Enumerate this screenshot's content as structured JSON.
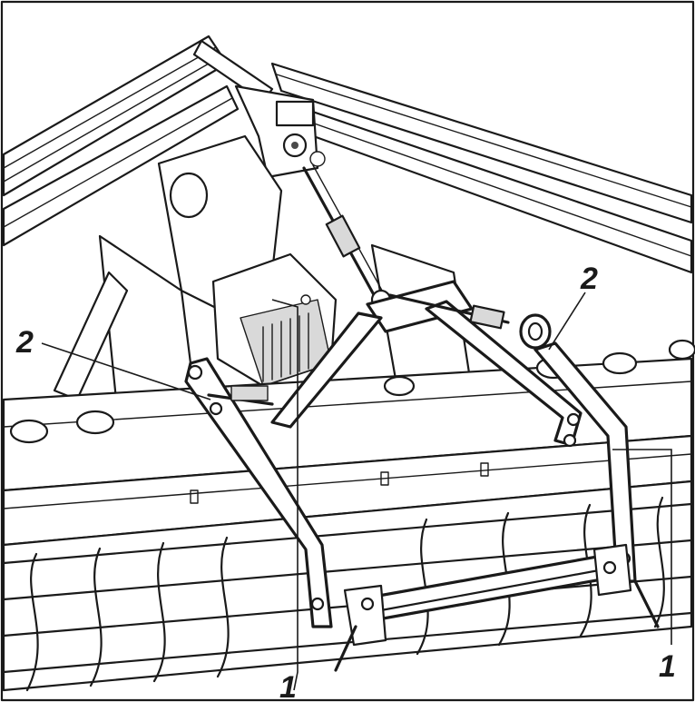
{
  "figure": {
    "callouts": [
      {
        "id": "c1-left",
        "label": "1"
      },
      {
        "id": "c1-right",
        "label": "1"
      },
      {
        "id": "c2-left",
        "label": "2"
      },
      {
        "id": "c2-right",
        "label": "2"
      }
    ]
  }
}
